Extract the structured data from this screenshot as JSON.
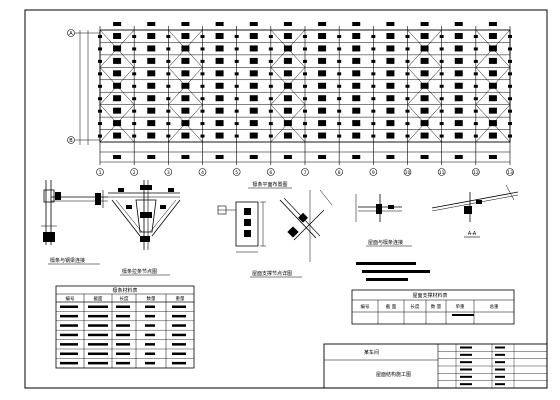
{
  "drawing": {
    "grid_labels_bottom": [
      "1",
      "2",
      "3",
      "4",
      "5",
      "6",
      "7",
      "8",
      "9",
      "10",
      "11",
      "12",
      "13"
    ],
    "grid_labels_left": [
      "A",
      "B"
    ],
    "views": {
      "plan_caption": "檩条平面布置图",
      "beam_connection_caption": "檩条与钢梁连接",
      "joint_detail_caption": "檩条拉条节点图",
      "brace_detail_caption": "屋面支撑节点详图",
      "purlin_brace_caption": "屋面与檩条连接",
      "section_label": "A-A"
    },
    "left_table": {
      "title": "檩条材料表",
      "headers": [
        "编号",
        "截面",
        "长度",
        "数量",
        "重量"
      ]
    },
    "right_table": {
      "title": "屋面支撑材料表",
      "headers": [
        "编号",
        "截 面",
        "长度",
        "数 量",
        "单重",
        "总重"
      ]
    },
    "title_block": {
      "project": "某车间",
      "drawing_title": "屋面结构施工图"
    }
  }
}
